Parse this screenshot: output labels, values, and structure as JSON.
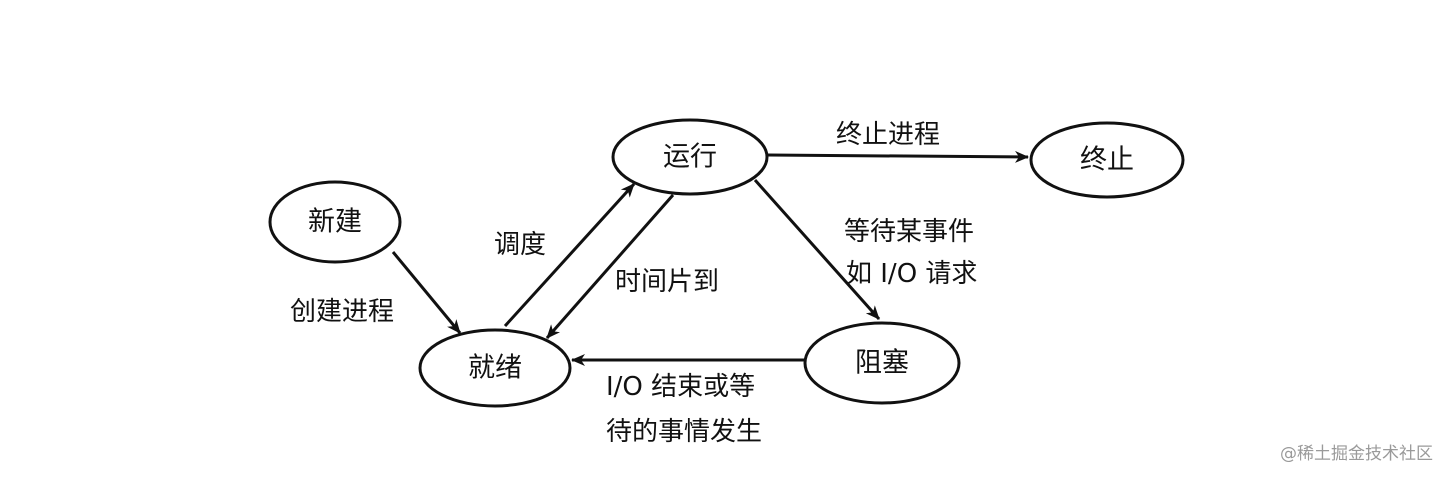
{
  "nodes": {
    "new": "新建",
    "ready": "就绪",
    "running": "运行",
    "blocked": "阻塞",
    "terminated": "终止"
  },
  "edges": {
    "create": "创建进程",
    "dispatch": "调度",
    "timeout": "时间片到",
    "terminate": "终止进程",
    "wait_line1": "等待某事件",
    "wait_line2": "如 I/O 请求",
    "io_done_line1": "I/O 结束或等",
    "io_done_line2": "待的事情发生"
  },
  "watermark": "@稀土掘金技术社区"
}
